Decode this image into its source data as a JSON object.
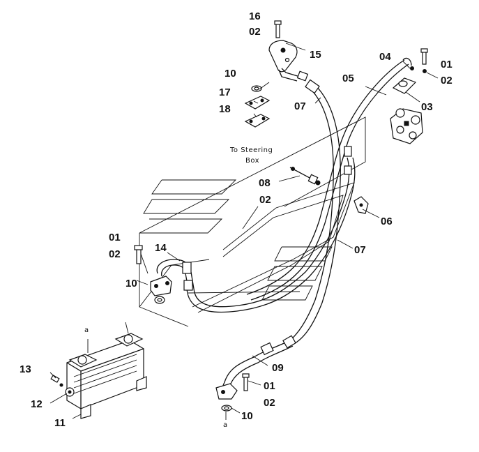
{
  "diagram": {
    "note": {
      "line1": "To Steering",
      "line2": "Box"
    },
    "marker_a": "a",
    "labels": {
      "l16": "16",
      "l02_top": "02",
      "l15": "15",
      "l10_top": "10",
      "l17": "17",
      "l18": "18",
      "l07_top": "07",
      "l05": "05",
      "l04": "04",
      "l01_r": "01",
      "l02_r": "02",
      "l03": "03",
      "l08": "08",
      "l02_mid": "02",
      "l06": "06",
      "l07_mid": "07",
      "l01_l": "01",
      "l02_l": "02",
      "l14": "14",
      "l10_l": "10",
      "l13": "13",
      "l12": "12",
      "l11": "11",
      "l09": "09",
      "l01_b": "01",
      "l02_b": "02",
      "l10_b": "10"
    }
  }
}
